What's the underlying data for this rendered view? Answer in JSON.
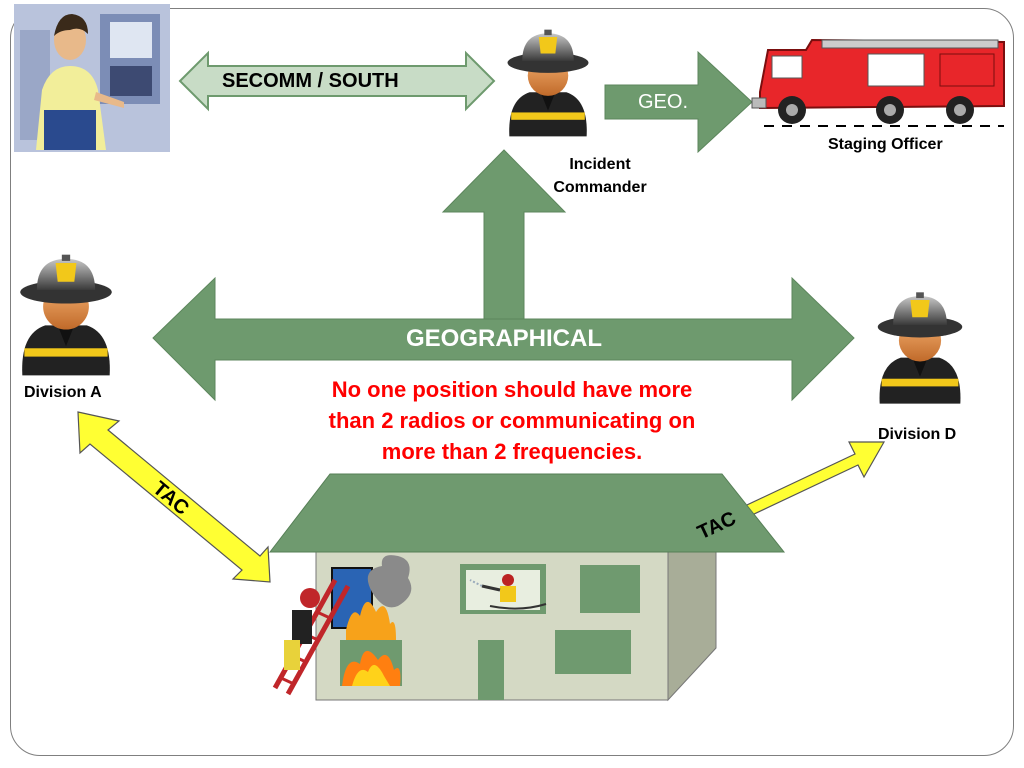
{
  "secomm_label": "SECOMM / SOUTH",
  "geo_label": "GEO.",
  "incident_commander_label": "Incident Commander",
  "staging_officer_label": "Staging Officer",
  "geographical_label": "GEOGRAPHICAL",
  "division_a_label": "Division A",
  "division_d_label": "Division D",
  "tac_left_label": "TAC",
  "tac_right_label": "TAC",
  "warning_text": "No one position should have more than 2 radios or communicating on more than 2 frequencies.",
  "colors": {
    "arrow_green": "#6e9a6e",
    "secomm_arrow_fill": "#c8dcc6",
    "tac_yellow": "#ffff33",
    "warning_red": "#ff0000",
    "house_wall": "#d4d9c4",
    "house_roof": "#6f9a6f"
  },
  "icons": [
    "dispatcher-icon",
    "firefighter-icon",
    "fire-truck-icon",
    "burning-house-icon",
    "ladder-firefighter-icon",
    "hose-firefighter-icon"
  ]
}
